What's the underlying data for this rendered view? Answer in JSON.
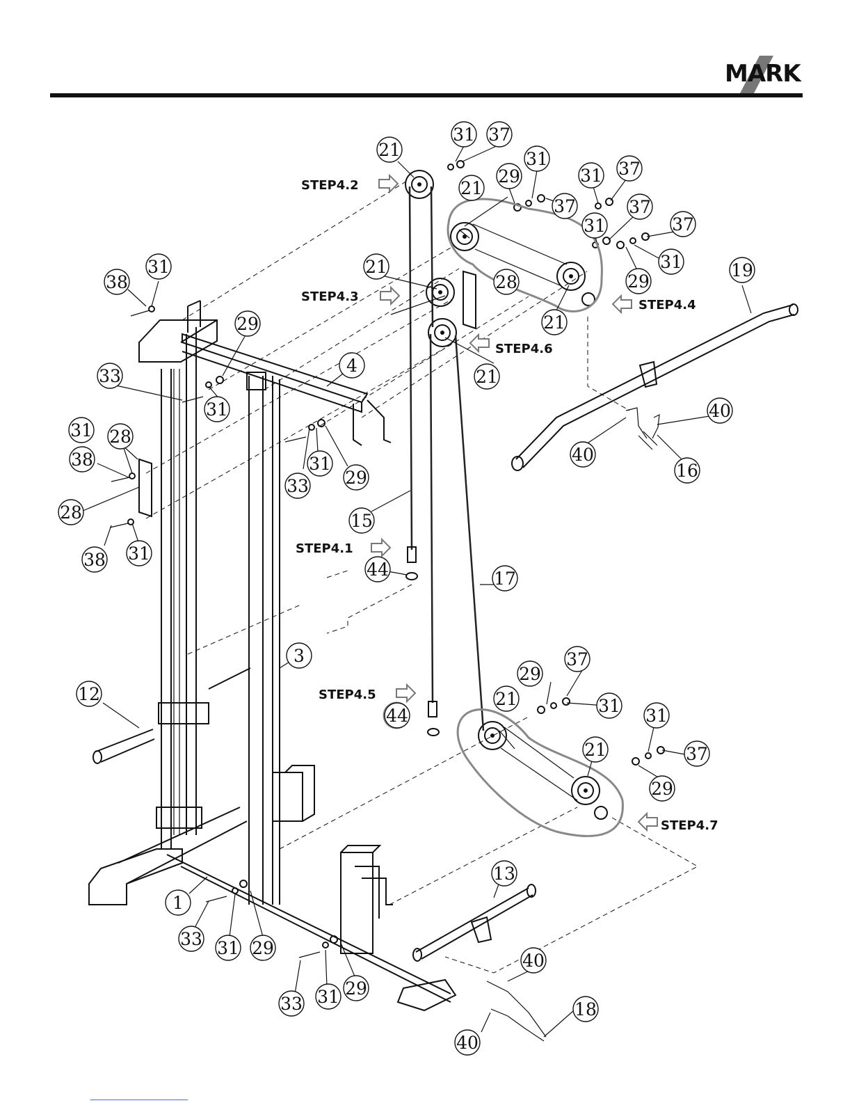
{
  "brand": {
    "logo_text": "MARK",
    "logo_mark": "X"
  },
  "steps": [
    "STEP4.1",
    "STEP4.2",
    "STEP4.3",
    "STEP4.4",
    "STEP4.5",
    "STEP4.6",
    "STEP4.7"
  ],
  "callouts": [
    "1",
    "3",
    "4",
    "12",
    "13",
    "15",
    "16",
    "17",
    "18",
    "19",
    "21",
    "28",
    "29",
    "31",
    "33",
    "37",
    "38",
    "40",
    "44"
  ]
}
